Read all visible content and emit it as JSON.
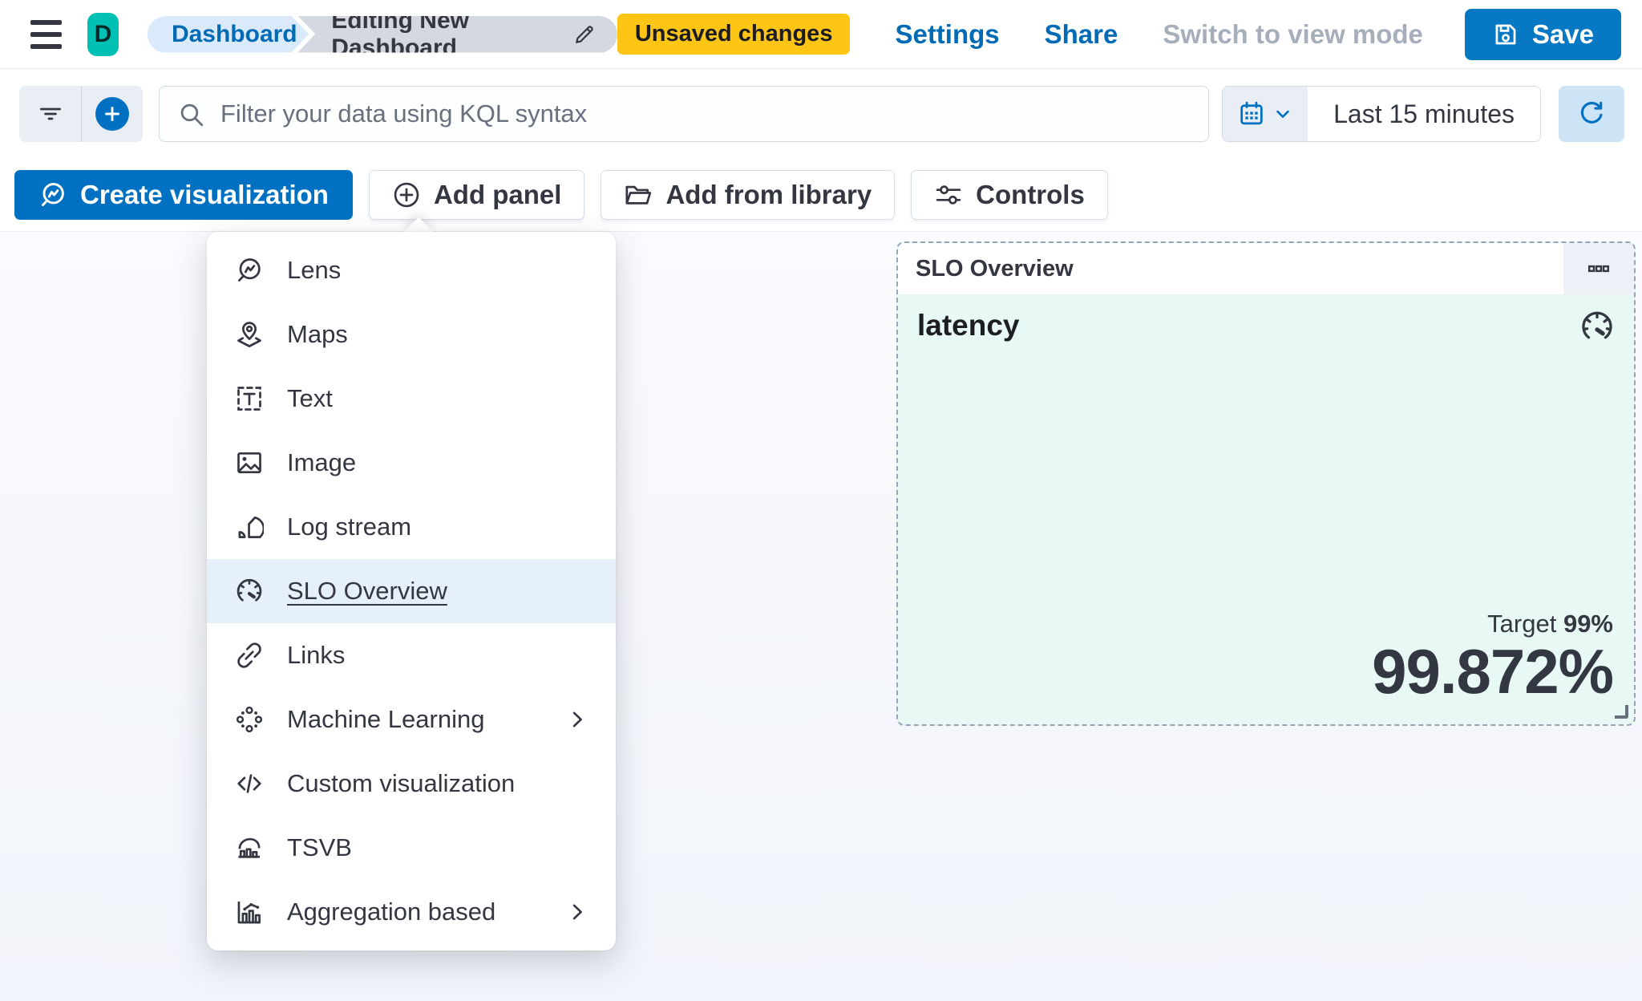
{
  "header": {
    "logo_letter": "D",
    "breadcrumbs": [
      {
        "label": "Dashboard"
      },
      {
        "label": "Editing New Dashboard"
      }
    ],
    "unsaved_badge": "Unsaved changes",
    "settings_label": "Settings",
    "share_label": "Share",
    "view_mode_label": "Switch to view mode",
    "save_label": "Save"
  },
  "query_bar": {
    "placeholder": "Filter your data using KQL syntax",
    "time_range": "Last 15 minutes"
  },
  "toolbar": {
    "create_visualization_label": "Create visualization",
    "add_panel_label": "Add panel",
    "add_from_library_label": "Add from library",
    "controls_label": "Controls"
  },
  "add_panel_menu": {
    "items": [
      {
        "label": "Lens"
      },
      {
        "label": "Maps"
      },
      {
        "label": "Text"
      },
      {
        "label": "Image"
      },
      {
        "label": "Log stream"
      },
      {
        "label": "SLO Overview",
        "selected": true
      },
      {
        "label": "Links"
      },
      {
        "label": "Machine Learning",
        "has_submenu": true
      },
      {
        "label": "Custom visualization"
      },
      {
        "label": "TSVB"
      },
      {
        "label": "Aggregation based",
        "has_submenu": true
      }
    ]
  },
  "slo_panel": {
    "title": "SLO Overview",
    "metric_name": "latency",
    "target_label": "Target",
    "target_value": "99%",
    "value": "99.872%"
  },
  "colors": {
    "primary": "#0071c2",
    "link": "#006bb4",
    "warning_badge": "#fec514",
    "space_avatar": "#00bfb3",
    "panel_tint": "#e7f8f5",
    "menu_highlight": "#e6f0fa",
    "dashed_border": "#97a3b8"
  }
}
